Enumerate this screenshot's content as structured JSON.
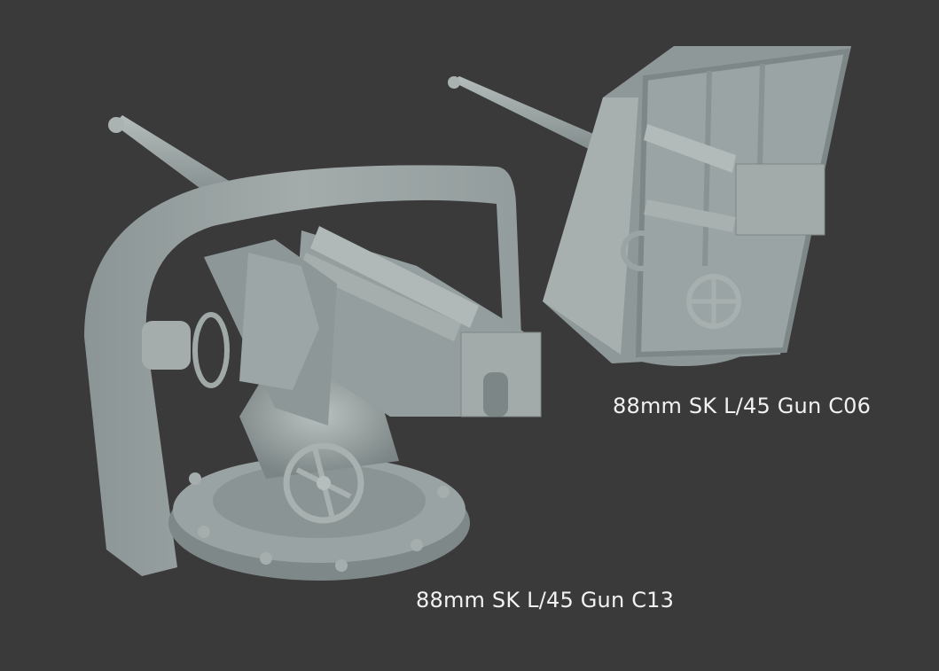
{
  "scene": {
    "background_color": "#3a3a3a",
    "model_color": "#9aa3a3",
    "models": [
      {
        "id": "c13",
        "caption": "88mm SK L/45 Gun C13",
        "description": "Shielded deck gun with curved shield, pedestal mount, handwheel and bolted base ring"
      },
      {
        "id": "c06",
        "caption": "88mm SK L/45 Gun C06",
        "description": "Deck gun with angled flat shield, pedestal mount and handwheels"
      }
    ]
  }
}
